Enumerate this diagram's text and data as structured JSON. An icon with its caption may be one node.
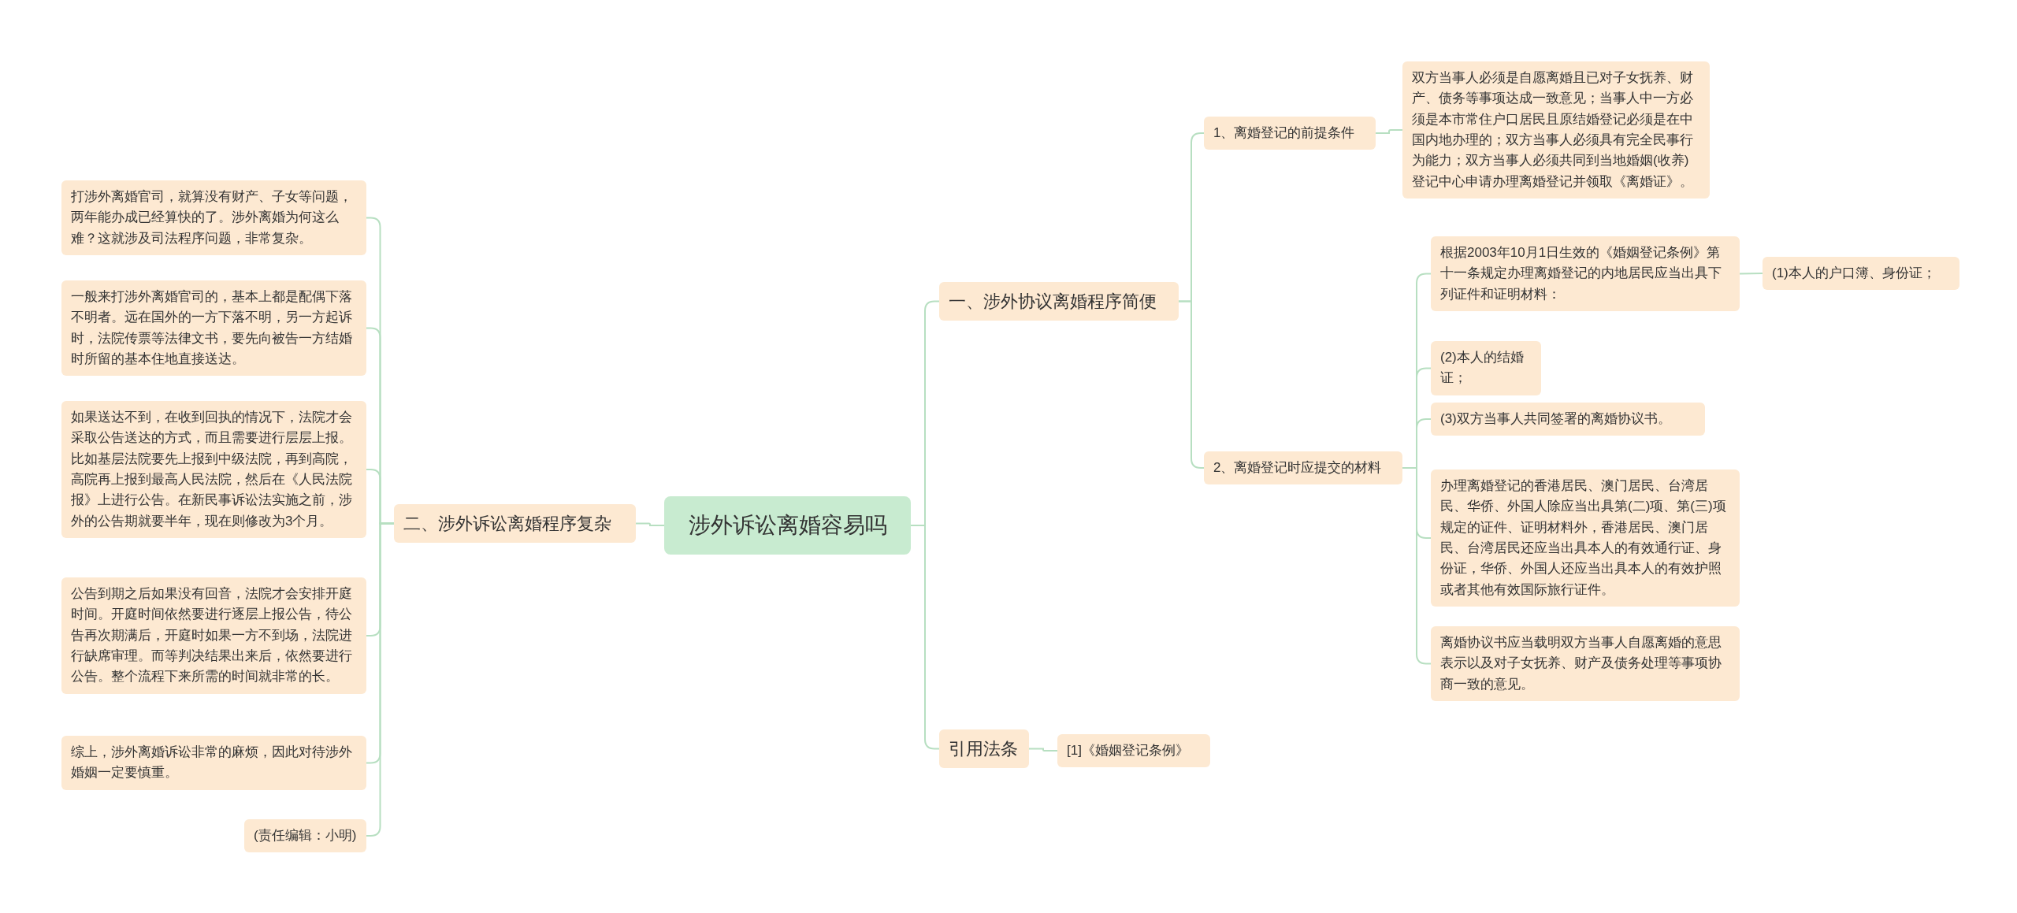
{
  "diagram": {
    "nodes": [
      {
        "text": [
          "涉外诉讼离婚容易吗"
        ]
      },
      {
        "text": [
          "一、涉外协议离婚程序简便"
        ]
      },
      {
        "text": [
          "1、离婚登记的前提条件"
        ]
      },
      {
        "text": [
          "双方当事人必须是自愿离婚且已对子女抚养、财产、债务等事项达成一致意见；当事人中一方必须是本市常住户口居民且原结婚登记必须是在中国内地办理的；双方当事人必须具有完全民事行为能力；双方当事人必须共同到当地婚姻(收养)登记中心申请办理离婚登记并领取《离婚证》。"
        ]
      },
      {
        "text": [
          "2、离婚登记时应提交的材料"
        ]
      },
      {
        "text": [
          "根据2003年10月1日生效的《婚姻登记条例》第十一条规定办理离婚登记的内地居民应当出具下列证件和证明材料："
        ]
      },
      {
        "text": [
          "(1)本人的户口簿、身份证；"
        ]
      },
      {
        "text": [
          "(2)本人的结婚证；"
        ]
      },
      {
        "text": [
          "(3)双方当事人共同签署的离婚协议书。"
        ]
      },
      {
        "text": [
          "办理离婚登记的香港居民、澳门居民、台湾居民、华侨、外国人除应当出具第(二)项、第(三)项规定的证件、证明材料外，香港居民、澳门居民、台湾居民还应当出具本人的有效通行证、身份证，华侨、外国人还应当出具本人的有效护照或者其他有效国际旅行证件。"
        ]
      },
      {
        "text": [
          "离婚协议书应当载明双方当事人自愿离婚的意思表示以及对子女抚养、财产及债务处理等事项协商一致的意见。"
        ]
      },
      {
        "text": [
          "引用法条"
        ]
      },
      {
        "text": [
          "[1]《婚姻登记条例》"
        ]
      },
      {
        "text": [
          "二、涉外诉讼离婚程序复杂"
        ]
      },
      {
        "text": [
          "打涉外离婚官司，就算没有财产、子女等问题，两年能办成已经算快的了。涉外离婚为何这么难？这就涉及司法程序问题，非常复杂。"
        ]
      },
      {
        "text": [
          "一般来打涉外离婚官司的，基本上都是配偶下落不明者。远在国外的一方下落不明，另一方起诉时，法院传票等法律文书，要先向被告一方结婚时所留的基本住地直接送达。"
        ]
      },
      {
        "text": [
          "如果送达不到，在收到回执的情况下，法院才会采取公告送达的方式，而且需要进行层层上报。比如基层法院要先上报到中级法院，再到高院，高院再上报到最高人民法院，然后在《人民法院报》上进行公告。在新民事诉讼法实施之前，涉外的公告期就要半年，现在则修改为3个月。"
        ]
      },
      {
        "text": [
          "公告到期之后如果没有回音，法院才会安排开庭时间。开庭时间依然要进行逐层上报公告，待公告再次期满后，开庭时如果一方不到场，法院进行缺席审理。而等判决结果出来后，依然要进行公告。整个流程下来所需的时间就非常的长。"
        ]
      },
      {
        "text": [
          "综上，涉外离婚诉讼非常的麻烦，因此对待涉外婚姻一定要慎重。"
        ]
      },
      {
        "text": [
          "(责任编辑：小明)"
        ]
      }
    ],
    "edges": [
      {
        "from": 0,
        "to": 1,
        "arrow": "none"
      },
      {
        "from": 1,
        "to": 2,
        "arrow": "none"
      },
      {
        "from": 2,
        "to": 3,
        "arrow": "none"
      },
      {
        "from": 1,
        "to": 4,
        "arrow": "none"
      },
      {
        "from": 4,
        "to": 5,
        "arrow": "none"
      },
      {
        "from": 5,
        "to": 6,
        "arrow": "none"
      },
      {
        "from": 4,
        "to": 7,
        "arrow": "none"
      },
      {
        "from": 4,
        "to": 8,
        "arrow": "none"
      },
      {
        "from": 4,
        "to": 9,
        "arrow": "none"
      },
      {
        "from": 4,
        "to": 10,
        "arrow": "none"
      },
      {
        "from": 0,
        "to": 11,
        "arrow": "none"
      },
      {
        "from": 11,
        "to": 12,
        "arrow": "none"
      },
      {
        "from": 0,
        "to": 13,
        "arrow": "none"
      },
      {
        "from": 13,
        "to": 14,
        "arrow": "none"
      },
      {
        "from": 13,
        "to": 15,
        "arrow": "none"
      },
      {
        "from": 13,
        "to": 16,
        "arrow": "none"
      },
      {
        "from": 13,
        "to": 17,
        "arrow": "none"
      },
      {
        "from": 13,
        "to": 18,
        "arrow": "none"
      },
      {
        "from": 13,
        "to": 19,
        "arrow": "none"
      }
    ]
  }
}
